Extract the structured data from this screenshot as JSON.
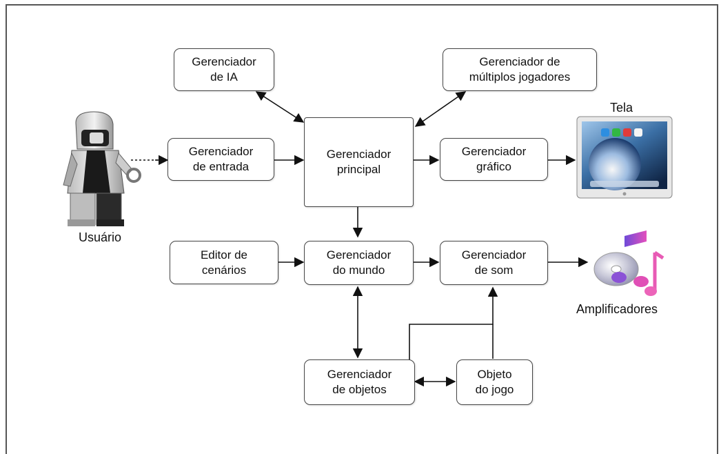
{
  "nodes": {
    "ai_manager": "Gerenciador\nde IA",
    "multiplayer_manager": "Gerenciador de\nmúltiplos jogadores",
    "input_manager": "Gerenciador\nde entrada",
    "main_manager": "Gerenciador\nprincipal",
    "graphics_manager": "Gerenciador\ngráfico",
    "scenario_editor": "Editor de\ncenários",
    "world_manager": "Gerenciador\ndo mundo",
    "sound_manager": "Gerenciador\nde som",
    "object_manager": "Gerenciador\nde objetos",
    "game_object": "Objeto\ndo jogo"
  },
  "labels": {
    "user": "Usuário",
    "screen": "Tela",
    "speakers": "Amplificadores"
  },
  "icons": {
    "user": "lego-minifigure-icon",
    "screen": "monitor-icon",
    "speakers": "music-notes-cd-icon"
  },
  "colors": {
    "box_border": "#444444",
    "arrow": "#111111",
    "frame": "#555555"
  }
}
